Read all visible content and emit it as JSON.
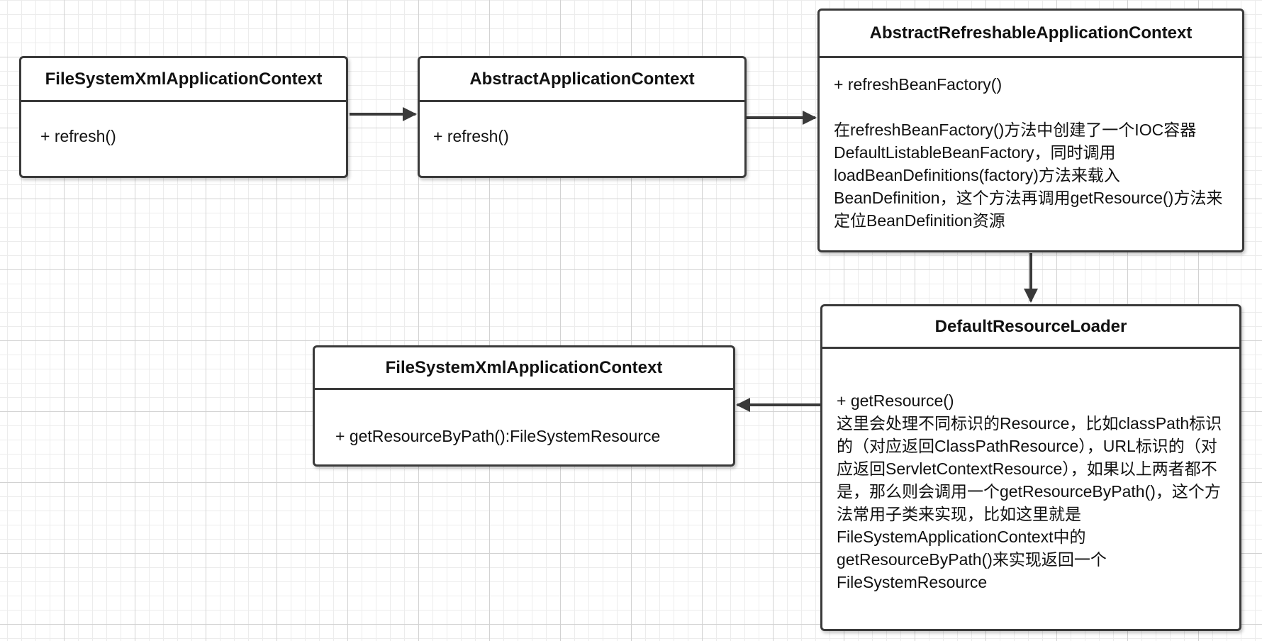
{
  "boxes": {
    "fs_context_top": {
      "title": "FileSystemXmlApplicationContext",
      "method": "+ refresh()"
    },
    "abstract_context": {
      "title": "AbstractApplicationContext",
      "method": "+ refresh()"
    },
    "refreshable_context": {
      "title": "AbstractRefreshableApplicationContext",
      "method": "+ refreshBeanFactory()",
      "description": "在refreshBeanFactory()方法中创建了一个IOC容器DefaultListableBeanFactory，同时调用loadBeanDefinitions(factory)方法来载入BeanDefinition，这个方法再调用getResource()方法来定位BeanDefinition资源"
    },
    "resource_loader": {
      "title": "DefaultResourceLoader",
      "method": "+ getResource()",
      "description": "这里会处理不同标识的Resource，比如classPath标识的（对应返回ClassPathResource），URL标识的（对应返回ServletContextResource），如果以上两者都不是，那么则会调用一个getResourceByPath()，这个方法常用子类来实现，比如这里就是FileSystemApplicationContext中的getResourceByPath()来实现返回一个FileSystemResource"
    },
    "fs_context_bottom": {
      "title": "FileSystemXmlApplicationContext",
      "method": "+ getResourceByPath():FileSystemResource"
    }
  }
}
